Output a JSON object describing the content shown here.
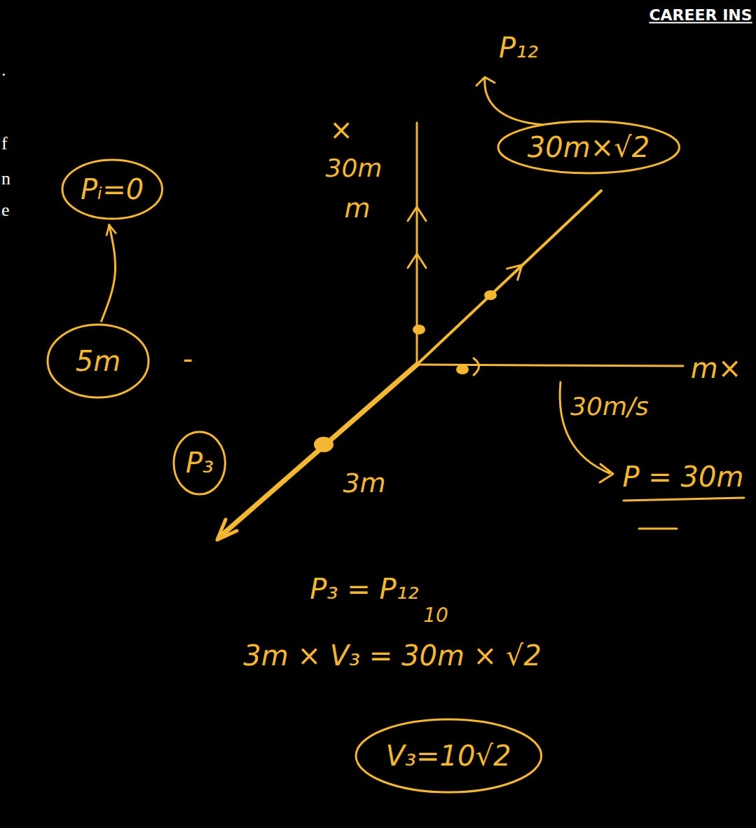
{
  "diagram": {
    "nodes": [
      {
        "text": [
          "30m×√2"
        ]
      },
      {
        "text": [
          "Pᵢ=0"
        ]
      },
      {
        "text": [
          "5m"
        ]
      },
      {
        "text": [
          "P₃"
        ]
      },
      {
        "text": [
          "V₃=10√2"
        ]
      }
    ],
    "edges": [
      {
        "from": 2,
        "to": 1,
        "arrow": "to"
      }
    ],
    "labels": [
      "CAREER INS",
      ".",
      "f",
      "n",
      "e",
      "P₁₂",
      "×",
      "30m",
      "m",
      "m×",
      "30m/s",
      "P = 30m",
      "3m",
      "-",
      "P₃ = P₁₂",
      "10",
      "3m × V₃ = 30m × √2"
    ]
  }
}
